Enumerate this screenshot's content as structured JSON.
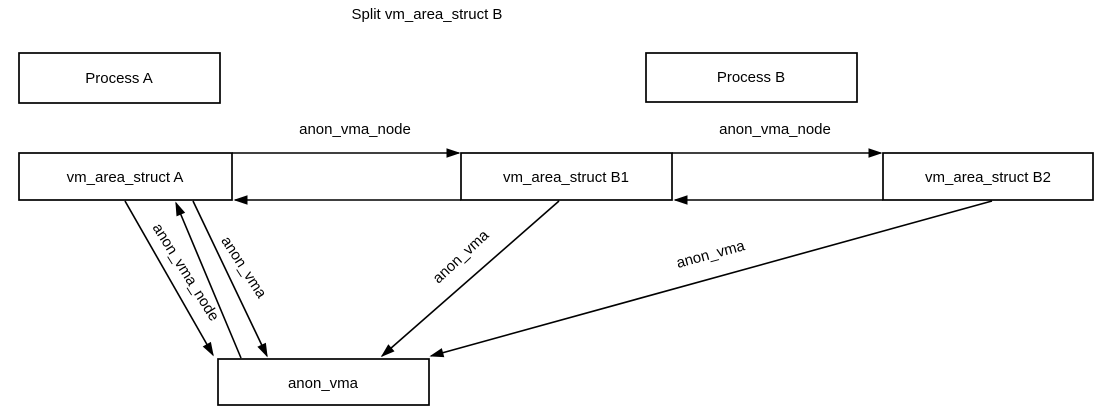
{
  "diagram": {
    "title": "Split vm_area_struct B",
    "colors": {
      "background": "#ffffff",
      "stroke": "#000000",
      "text": "#000000",
      "node_fill": "#ffffff"
    },
    "nodes": {
      "process_a": {
        "label": "Process A"
      },
      "process_b": {
        "label": "Process B"
      },
      "vma_a": {
        "label": "vm_area_struct A"
      },
      "vma_b1": {
        "label": "vm_area_struct B1"
      },
      "vma_b2": {
        "label": "vm_area_struct B2"
      },
      "anon_vma": {
        "label": "anon_vma"
      }
    },
    "edges": {
      "a_to_b1": {
        "label": "anon_vma_node"
      },
      "b1_to_b2": {
        "label": "anon_vma_node"
      },
      "a_down_node": {
        "label": "anon_vma_node"
      },
      "a_down_ptr": {
        "label": "anon_vma"
      },
      "b1_down_ptr": {
        "label": "anon_vma"
      },
      "b2_down_ptr": {
        "label": "anon_vma"
      }
    }
  }
}
